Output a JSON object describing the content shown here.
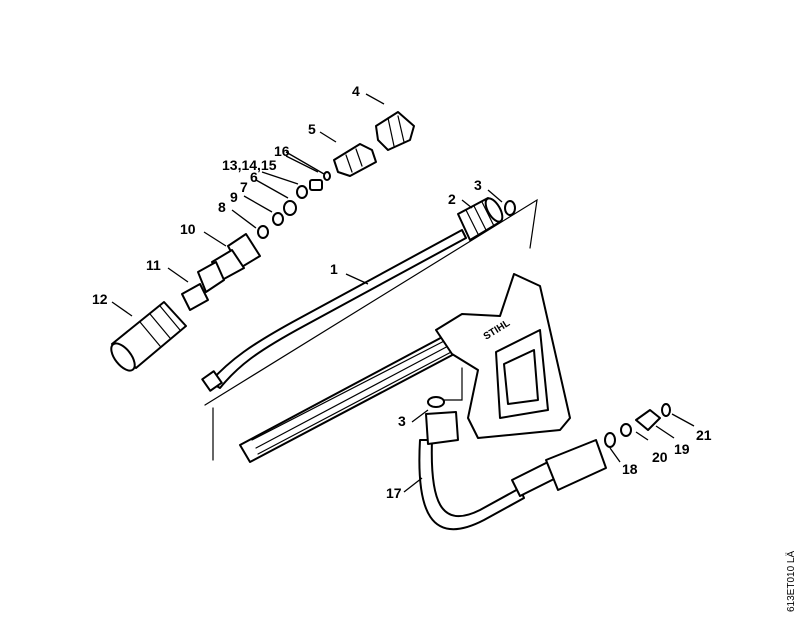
{
  "callouts": {
    "c1": "1",
    "c2": "2",
    "c3a": "3",
    "c3b": "3",
    "c4": "4",
    "c5": "5",
    "c6": "6",
    "c7": "7",
    "c8": "8",
    "c9": "9",
    "c10": "10",
    "c11": "11",
    "c12": "12",
    "c13_15": "13,14,15",
    "c16": "16",
    "c17": "17",
    "c18": "18",
    "c19": "19",
    "c20": "20",
    "c21": "21"
  },
  "gun_brand": "STIHL",
  "doc_ref": "613ET010 LÄ"
}
